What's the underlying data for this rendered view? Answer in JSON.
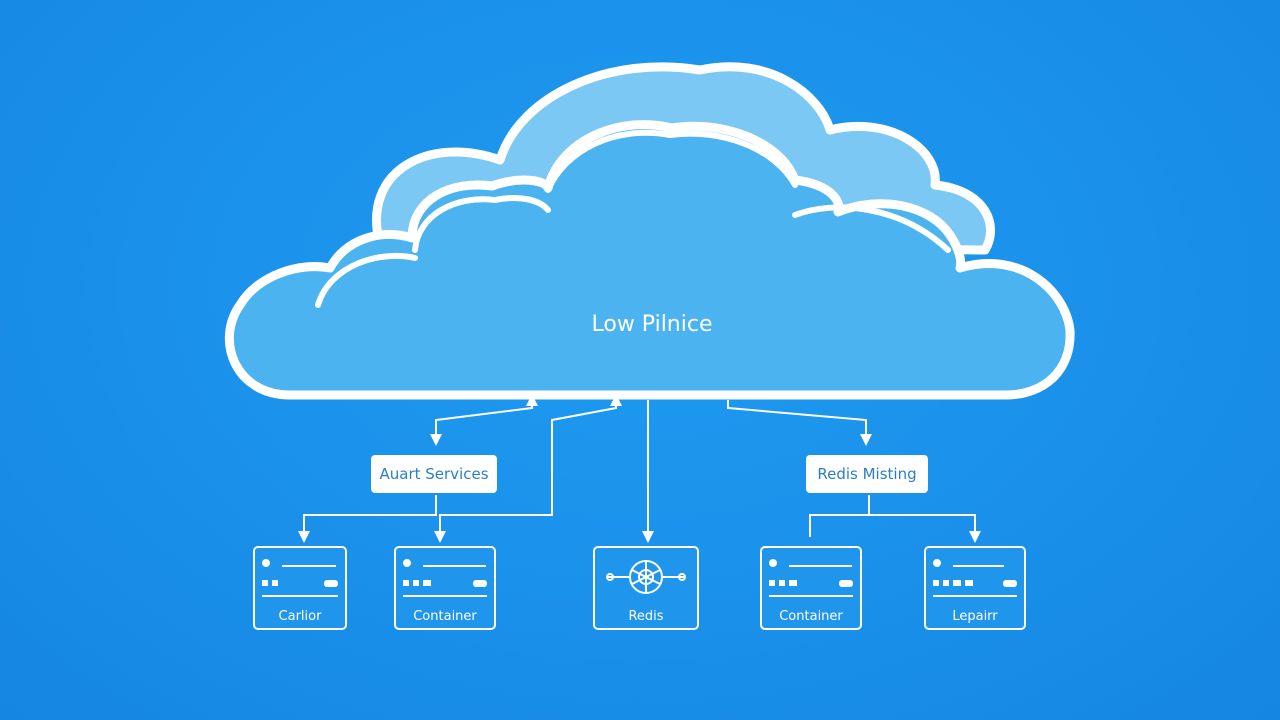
{
  "cloud": {
    "title": "Low Pilnice"
  },
  "services": [
    {
      "label": "Auart Services"
    },
    {
      "label": "Redis Misting"
    }
  ],
  "nodes": [
    {
      "label": "Carlior",
      "icon": "server-icon"
    },
    {
      "label": "Container",
      "icon": "server-icon"
    },
    {
      "label": "Redis",
      "icon": "redis-network-icon"
    },
    {
      "label": "Container",
      "icon": "server-icon"
    },
    {
      "label": "Lepairr",
      "icon": "server-icon"
    }
  ],
  "colors": {
    "background": "#1a90ea",
    "cloud_fill": "#46b2f0",
    "cloud_outline": "#ffffff",
    "line": "#ffffff",
    "label_text": "#2a7fc8"
  }
}
